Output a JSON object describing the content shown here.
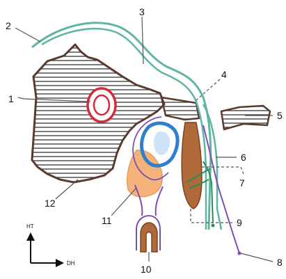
{
  "labels": {
    "l1": "1",
    "l2": "2",
    "l3": "3",
    "l4": "4",
    "l5": "5",
    "l6": "6",
    "l7": "7",
    "l8": "8",
    "l9": "9",
    "l10": "10",
    "l11": "11",
    "l12": "12"
  },
  "axes": {
    "vertical": "HT",
    "horizontal": "DH"
  },
  "colors": {
    "outline": "#5a3a2e",
    "teal": "#5fb4a3",
    "red": "#d42a3a",
    "blue": "#2f7fd0",
    "orange": "#f5b27a",
    "brown": "#b06a3a",
    "purple": "#7a4fb5",
    "green": "#2e8b57"
  }
}
